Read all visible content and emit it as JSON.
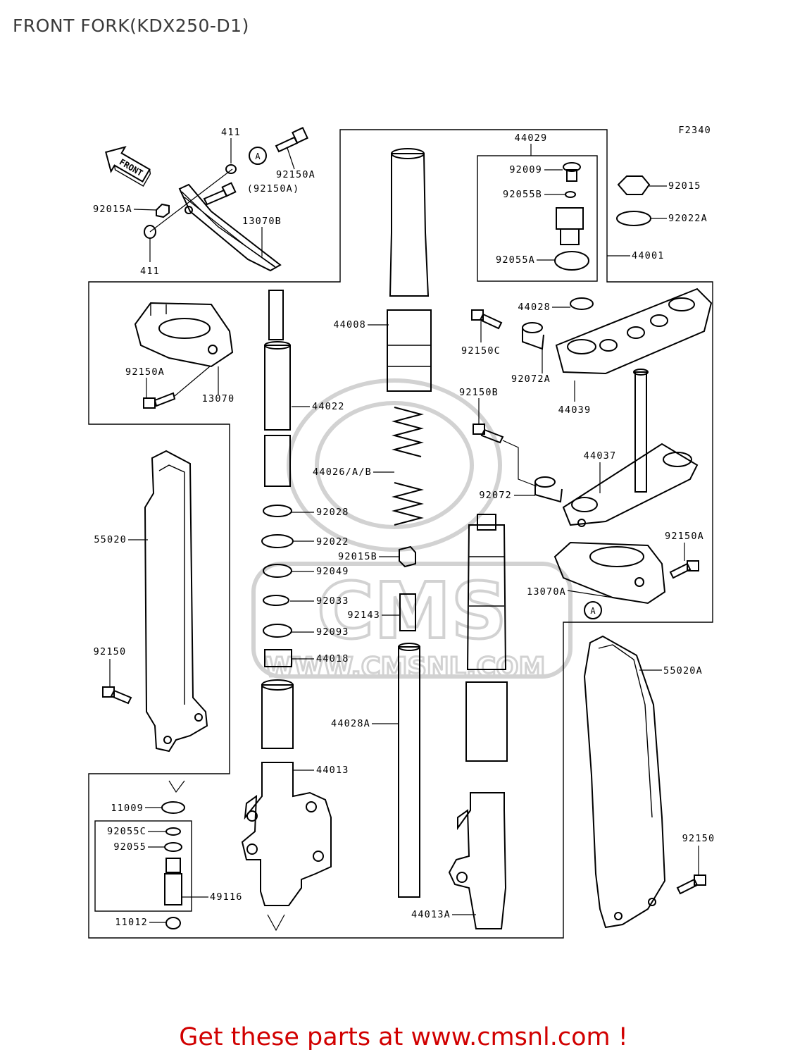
{
  "title": "FRONT FORK(KDX250-D1)",
  "diagram_code": "F2340",
  "front_label": "FRONT",
  "watermark": {
    "brand": "CMS",
    "site": "WWW.CMSNL.COM"
  },
  "footer": "Get these parts at www.cmsnl.com !",
  "callout_marker": "A",
  "labels": {
    "p411_top": "411",
    "p92150A_top": "92150A",
    "p92150A_paren": "(92150A)",
    "p92015A": "92015A",
    "p13070B": "13070B",
    "p411_bot": "411",
    "p44029": "44029",
    "p92009": "92009",
    "p92055B": "92055B",
    "p92055A": "92055A",
    "p92015": "92015",
    "p92022A": "92022A",
    "p44001": "44001",
    "p44008": "44008",
    "p44028": "44028",
    "p92150C": "92150C",
    "p92072A": "92072A",
    "p44039": "44039",
    "p92150A_l": "92150A",
    "p13070": "13070",
    "p44022": "44022",
    "p92150B": "92150B",
    "p44026": "44026/A/B",
    "p44037": "44037",
    "p92072": "92072",
    "p92028": "92028",
    "p55020": "55020",
    "p92022": "92022",
    "p92015B": "92015B",
    "p92150A_r": "92150A",
    "p92049": "92049",
    "p13070A": "13070A",
    "p92033": "92033",
    "p92143": "92143",
    "p92093": "92093",
    "p92150_l": "92150",
    "p44018": "44018",
    "p55020A": "55020A",
    "p44028A": "44028A",
    "p44013": "44013",
    "p11009": "11009",
    "p92055C": "92055C",
    "p92055": "92055",
    "p92150_r": "92150",
    "p49116": "49116",
    "p44013A": "44013A",
    "p11012": "11012"
  }
}
